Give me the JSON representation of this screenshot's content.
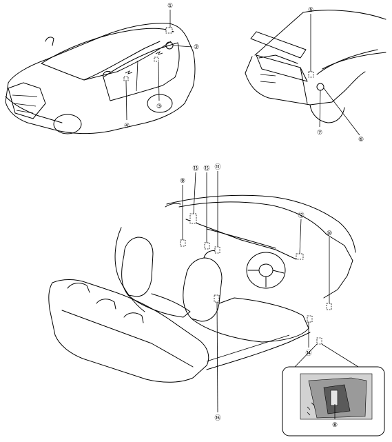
{
  "callouts": [
    {
      "id": "c1",
      "label": "①"
    },
    {
      "id": "c2",
      "label": "②"
    },
    {
      "id": "c3",
      "label": "③"
    },
    {
      "id": "c4",
      "label": "④"
    },
    {
      "id": "c5",
      "label": "⑤"
    },
    {
      "id": "c6",
      "label": "⑥"
    },
    {
      "id": "c7",
      "label": "⑦"
    },
    {
      "id": "c8",
      "label": "⑧"
    },
    {
      "id": "c9",
      "label": "⑨"
    },
    {
      "id": "c10",
      "label": "⑩"
    },
    {
      "id": "c11",
      "label": "⑪"
    },
    {
      "id": "c12",
      "label": "⑫"
    },
    {
      "id": "c13",
      "label": "⑬"
    },
    {
      "id": "c14",
      "label": "⑭"
    },
    {
      "id": "c15",
      "label": "⑮"
    },
    {
      "id": "c16",
      "label": "⑯"
    }
  ]
}
